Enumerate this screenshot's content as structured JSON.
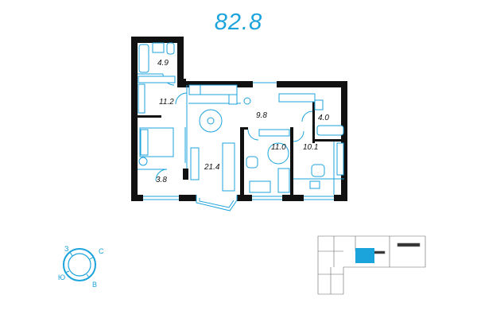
{
  "title": "82.8",
  "rooms": [
    {
      "id": "bathroom",
      "area": "4.9"
    },
    {
      "id": "hall",
      "area": "11.2"
    },
    {
      "id": "bedroom-storage",
      "area": "3.8"
    },
    {
      "id": "living-kitchen",
      "area": "21.4"
    },
    {
      "id": "corridor",
      "area": "9.8"
    },
    {
      "id": "room-1",
      "area": "11.0"
    },
    {
      "id": "room-2",
      "area": "10.1"
    },
    {
      "id": "bathroom-2",
      "area": "4.0"
    }
  ],
  "compass": {
    "north": "С",
    "south": "Ю",
    "east": "В",
    "west": "З"
  },
  "colors": {
    "accent": "#1ba3dc",
    "wall": "#111111",
    "highlight": "#1ba3dc"
  }
}
